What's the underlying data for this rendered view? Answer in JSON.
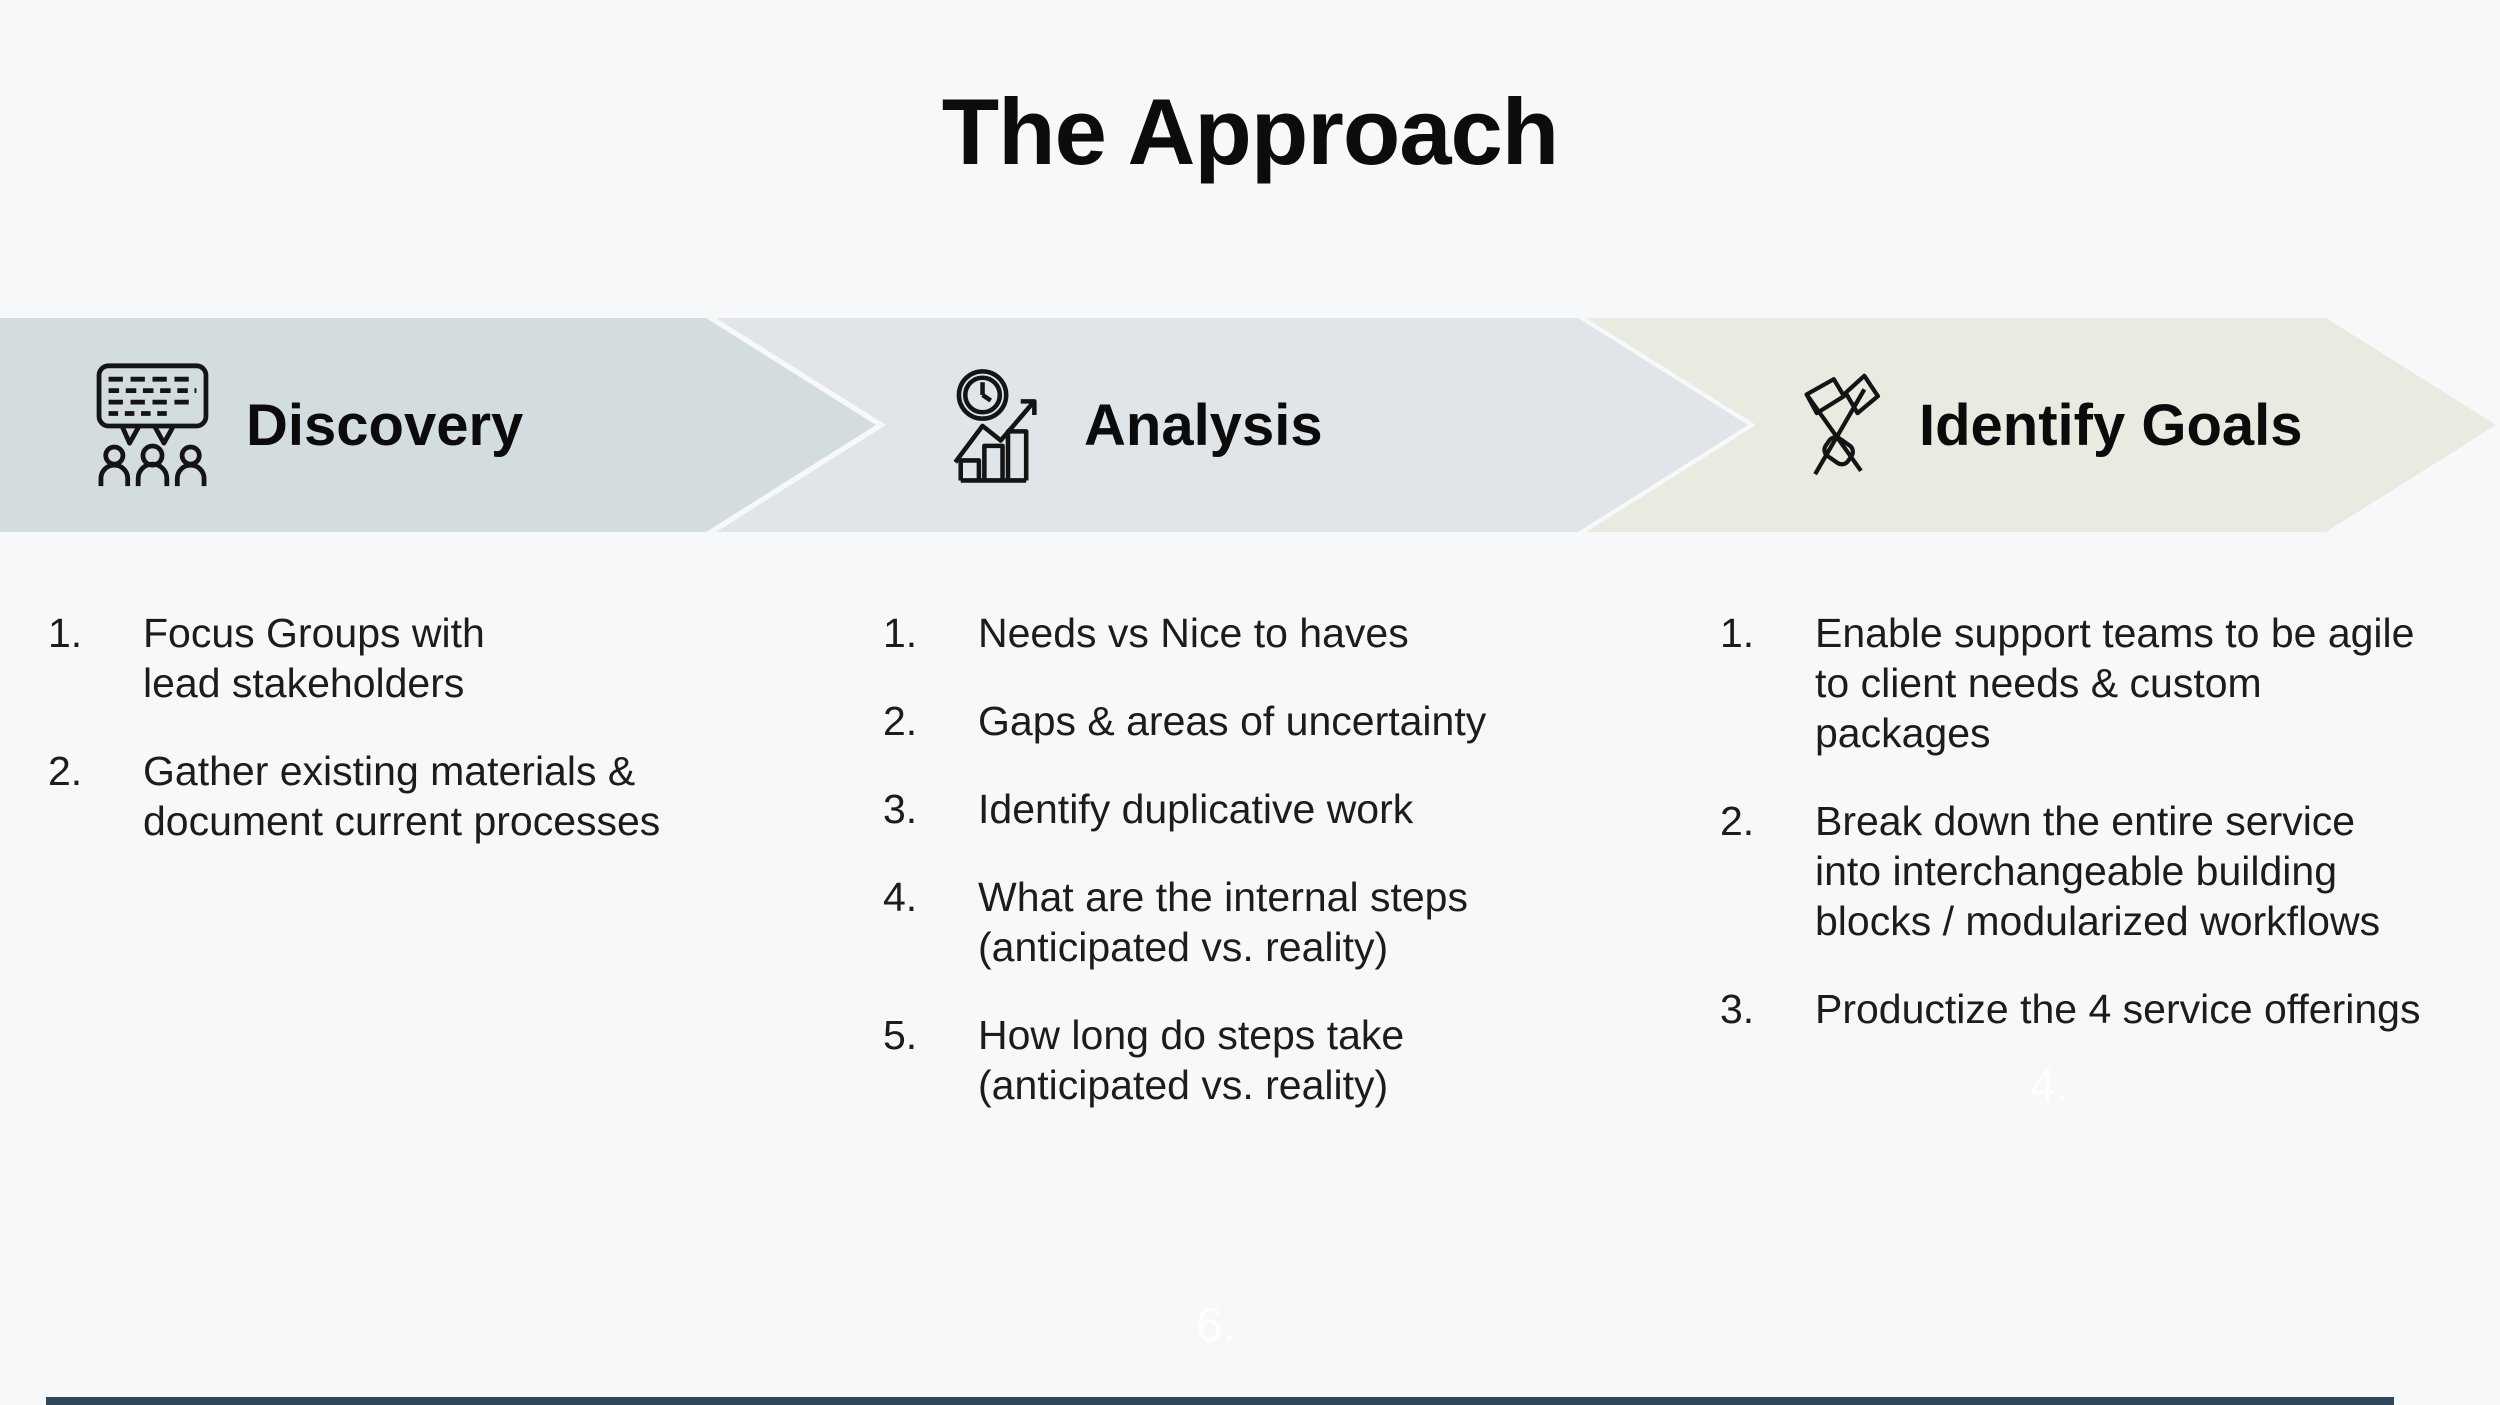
{
  "slide": {
    "title": "The Approach",
    "background_color": "#f7f8fa",
    "footer_bar_color": "#33475b",
    "watermark_right": "4.",
    "watermark_bottom": "6."
  },
  "stages": [
    {
      "label": "Discovery",
      "icon": "focus-group-discussion-icon",
      "color": "#d3dde0",
      "items": [
        "Focus Groups with\nlead stakeholders",
        "Gather existing materials &\ndocument current processes"
      ]
    },
    {
      "label": "Analysis",
      "icon": "time-chart-analysis-icon",
      "color": "#dfe5e8",
      "items": [
        "Needs vs Nice to haves",
        "Gaps & areas of uncertainty",
        "Identify duplicative work",
        "What are the internal steps\n(anticipated vs. reality)",
        "How long do steps take\n(anticipated vs. reality)"
      ]
    },
    {
      "label": "Identify Goals",
      "icon": "crossed-flags-goals-icon",
      "color": "#e9eae0",
      "items": [
        "Enable support teams to be agile\nto client needs & custom\npackages",
        "Break down the entire service\ninto interchangeable building\nblocks / modularized workflows",
        "Productize the 4 service offerings"
      ]
    }
  ]
}
